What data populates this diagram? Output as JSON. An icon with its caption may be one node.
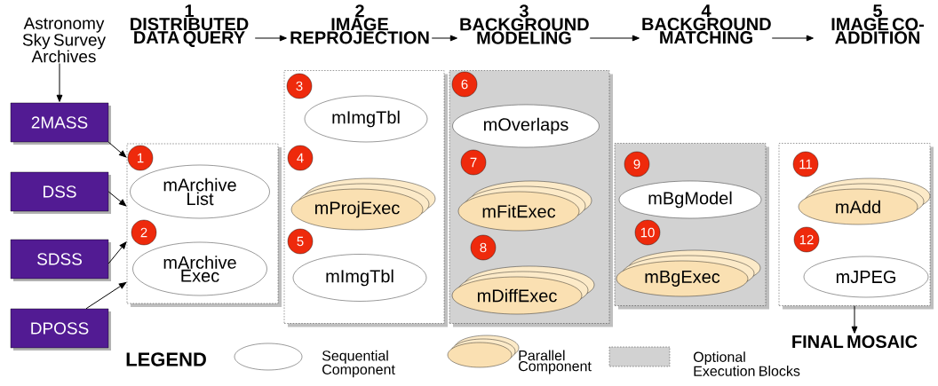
{
  "diagram": {
    "nodes": [
      {
        "text": [
          "Astronomy Sky Survey Archives"
        ]
      },
      {
        "text": [
          "2MASS"
        ]
      },
      {
        "text": [
          "DSS"
        ]
      },
      {
        "text": [
          "SDSS"
        ]
      },
      {
        "text": [
          "DPOSS"
        ]
      },
      {
        "text": [
          "1",
          "DISTRIBUTED DATA QUERY"
        ]
      },
      {
        "text": [
          "2",
          "IMAGE REPROJECTION"
        ]
      },
      {
        "text": [
          "3",
          "BACKGROUND MODELING"
        ]
      },
      {
        "text": [
          "4",
          "BACKGROUND MATCHING"
        ]
      },
      {
        "text": [
          "5",
          "IMAGE CO-ADDITION"
        ]
      },
      {
        "text": [],
        "shape": "box"
      },
      {
        "text": [
          "mArchive List"
        ],
        "in": 10,
        "beside": [
          "1"
        ]
      },
      {
        "text": [
          "mArchive Exec"
        ],
        "in": 10,
        "beside": [
          "2"
        ]
      },
      {
        "text": [],
        "shape": "box"
      },
      {
        "text": [
          "mImgTbl"
        ],
        "in": 13,
        "beside": [
          "3"
        ]
      },
      {
        "text": [
          "mProjExec"
        ],
        "in": 13,
        "beside": [
          "4"
        ]
      },
      {
        "text": [
          "mImgTbl"
        ],
        "in": 13,
        "beside": [
          "5"
        ]
      },
      {
        "text": [],
        "shape": "box"
      },
      {
        "text": [
          "mOverlaps"
        ],
        "in": 17,
        "beside": [
          "6"
        ]
      },
      {
        "text": [
          "mFitExec"
        ],
        "in": 17,
        "beside": [
          "7"
        ]
      },
      {
        "text": [
          "mDiffExec"
        ],
        "in": 17,
        "beside": [
          "8"
        ]
      },
      {
        "text": [],
        "shape": "box"
      },
      {
        "text": [
          "mBgModel"
        ],
        "in": 21,
        "beside": [
          "9"
        ]
      },
      {
        "text": [
          "mBgExec"
        ],
        "in": 21,
        "beside": [
          "10"
        ]
      },
      {
        "text": [],
        "shape": "box"
      },
      {
        "text": [
          "mAdd"
        ],
        "in": 24,
        "beside": [
          "11"
        ]
      },
      {
        "text": [
          "mJPEG"
        ],
        "in": 24,
        "beside": [
          "12"
        ]
      },
      {
        "text": [
          "FINAL MOSAIC"
        ]
      }
    ],
    "edges": [
      {
        "from": 0,
        "to": 1,
        "arrow": "to"
      },
      {
        "from": 1,
        "to": 10,
        "arrow": "to"
      },
      {
        "from": 2,
        "to": 10,
        "arrow": "to"
      },
      {
        "from": 3,
        "to": 10,
        "arrow": "to"
      },
      {
        "from": 4,
        "to": 10,
        "arrow": "to"
      },
      {
        "from": 5,
        "to": 6,
        "arrow": "to"
      },
      {
        "from": 6,
        "to": 7,
        "arrow": "to"
      },
      {
        "from": 7,
        "to": 8,
        "arrow": "to"
      },
      {
        "from": 8,
        "to": 9,
        "arrow": "to"
      },
      {
        "from": 24,
        "to": 27,
        "arrow": "to"
      }
    ],
    "labels": [
      "LEGEND"
    ],
    "legend": [
      {
        "text": "Sequential Component"
      },
      {
        "text": "Parallel Component"
      },
      {
        "text": "Optional Execution Blocks"
      }
    ]
  }
}
